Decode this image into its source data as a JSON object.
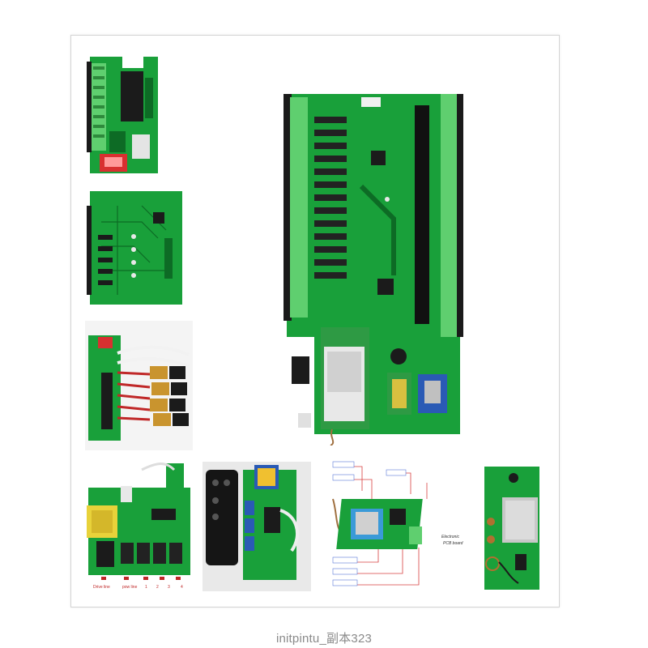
{
  "caption": "initpintu_副本323",
  "colors": {
    "pcb_green": "#19a03a",
    "pcb_dark": "#0d6b25",
    "terminal_green": "#5fcf6f",
    "chip_black": "#1b1b1b",
    "relay_black": "#222222",
    "frame_border": "#d4d4d4"
  },
  "photos": [
    {
      "name": "photo-terminal-board"
    },
    {
      "name": "photo-sensor-board"
    },
    {
      "name": "photo-cable-board"
    },
    {
      "name": "photo-relay-board-transformer",
      "labels": [
        "Drive line",
        "pow line",
        "1",
        "2",
        "3",
        "4"
      ]
    },
    {
      "name": "photo-remote-control-board"
    },
    {
      "name": "photo-wifi-board-diagram",
      "labels": [
        "Electronic",
        "PCB board"
      ]
    },
    {
      "name": "photo-shielded-board"
    },
    {
      "name": "photo-main-controller-board"
    }
  ]
}
